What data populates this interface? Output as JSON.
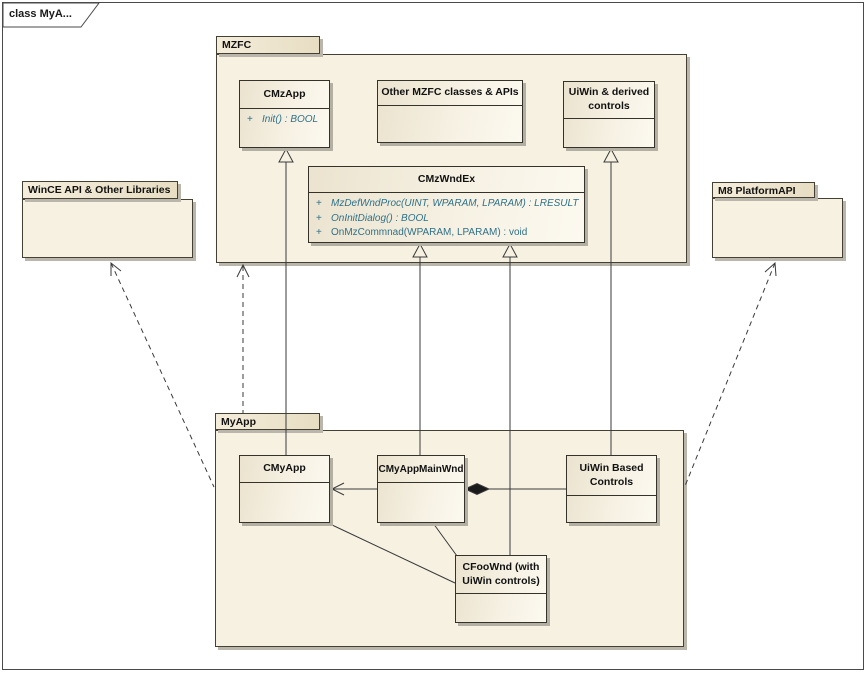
{
  "frame": {
    "title": "class MyA..."
  },
  "packages": {
    "mzfc": {
      "name": "MZFC"
    },
    "wince": {
      "name": "WinCE API & Other Libraries"
    },
    "m8": {
      "name": "M8 PlatformAPI"
    },
    "myapp": {
      "name": "MyApp"
    }
  },
  "classes": {
    "cmzapp": {
      "name": "CMzApp",
      "methods": [
        {
          "vis": "+",
          "sig": "Init() : BOOL"
        }
      ]
    },
    "other_mzfc": {
      "name": "Other MZFC classes & APIs"
    },
    "uiwin_derived": {
      "name": "UiWin & derived controls"
    },
    "cmzwndex": {
      "name": "CMzWndEx",
      "methods": [
        {
          "vis": "+",
          "sig": "MzDefWndProc(UINT, WPARAM, LPARAM) : LRESULT"
        },
        {
          "vis": "+",
          "sig": "OnInitDialog() : BOOL"
        },
        {
          "vis": "+",
          "sig": "OnMzCommnad(WPARAM, LPARAM) : void"
        }
      ]
    },
    "cmyapp": {
      "name": "CMyApp"
    },
    "cmyappmainwnd": {
      "name": "CMyAppMainWnd"
    },
    "uiwin_based": {
      "name": "UiWin Based Controls"
    },
    "cfoownd": {
      "name": "CFooWnd (with UiWin controls)"
    }
  },
  "colors": {
    "background": "#ffffff",
    "package_fill": "#f7f1e2",
    "class_fill_left": "#ebe3cf",
    "class_fill_right": "#fcf9f0",
    "border": "#35322a",
    "shadow": "#b3afa3",
    "method_text": "#2f7189",
    "line": "#3a3a3a"
  }
}
